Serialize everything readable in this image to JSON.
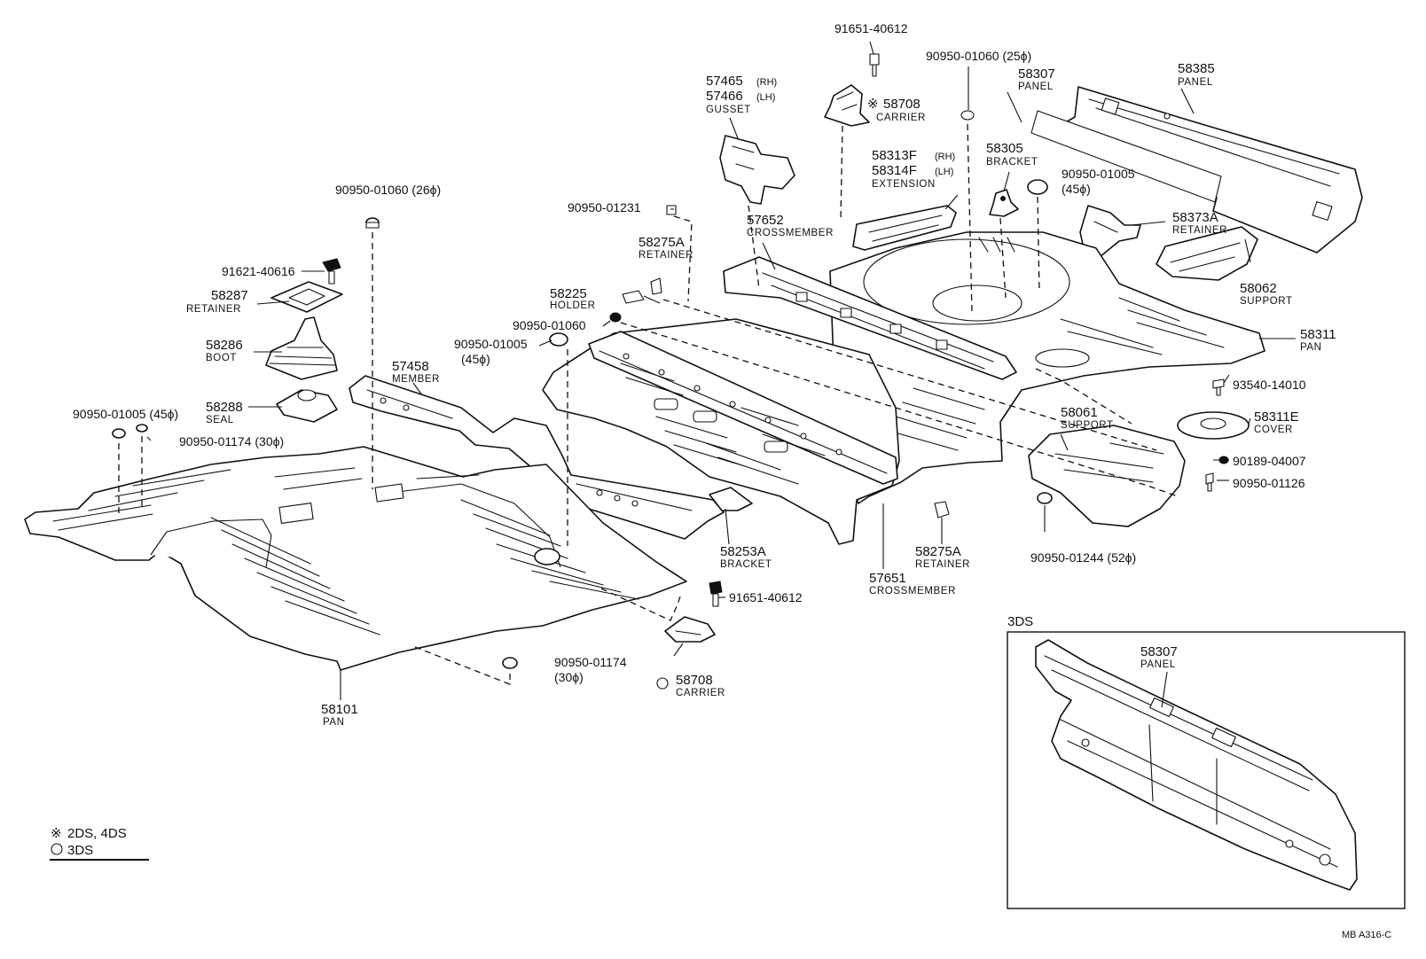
{
  "parts": {
    "p91651_top": "91651-40612",
    "p90950_01060_25": "90950-01060 (25ϕ)",
    "p57465": "57465",
    "p57465_side": "(RH)",
    "p57466": "57466",
    "p57466_side": "(LH)",
    "gusset": "GUSSET",
    "p58708_top": "58708",
    "carrier_top": "CARRIER",
    "p58307": "58307",
    "panel_a": "PANEL",
    "p58385": "58385",
    "panel_b": "PANEL",
    "p58313F": "58313F",
    "p58313F_side": "(RH)",
    "p58314F": "58314F",
    "p58314F_side": "(LH)",
    "extension": "EXTENSION",
    "p58305": "58305",
    "bracket_top": "BRACKET",
    "p90950_01005_top": "90950-01005",
    "p45_top": "(45ϕ)",
    "p90950_01060_26": "90950-01060 (26ϕ)",
    "p90950_01231": "90950-01231",
    "p57652": "57652",
    "crossmember_top": "CROSSMEMBER",
    "p58373A": "58373A",
    "retainer_right": "RETAINER",
    "p91621": "91621-40616",
    "p58275A_top": "58275A",
    "retainer_top": "RETAINER",
    "p58287": "58287",
    "retainer_left": "RETAINER",
    "p58062": "58062",
    "support_right": "SUPPORT",
    "p58225": "58225",
    "holder": "HOLDER",
    "p90950_01060_mid": "90950-01060",
    "p58286": "58286",
    "boot": "BOOT",
    "p58311": "58311",
    "pan_right": "PAN",
    "p90950_01005_mid": "90950-01005",
    "p45_mid": "(45ϕ)",
    "p57458": "57458",
    "member": "MEMBER",
    "p93540": "93540-14010",
    "p58288": "58288",
    "seal": "SEAL",
    "p90950_01005_left": "90950-01005 (45ϕ)",
    "p58061": "58061",
    "support_mid": "SUPPORT",
    "p58311E": "58311E",
    "cover": "COVER",
    "p90950_01174_top": "90950-01174 (30ϕ)",
    "p90189": "90189-04007",
    "p90950_01126": "90950-01126",
    "p58253A": "58253A",
    "bracket_mid": "BRACKET",
    "p58275A_bot": "58275A",
    "retainer_bot": "RETAINER",
    "p90950_01244": "90950-01244 (52ϕ)",
    "p57651": "57651",
    "crossmember_bot": "CROSSMEMBER",
    "p91651_bot": "91651-40612",
    "p90950_01174_bot": "90950-01174",
    "p30_bot": "(30ϕ)",
    "p58708_bot": "58708",
    "carrier_bot": "CARRIER",
    "p58101": "58101",
    "pan_left": "PAN"
  },
  "inset": {
    "title": "3DS",
    "part": "58307",
    "name": "PANEL"
  },
  "legend": {
    "symbol_a": "※",
    "text_a": "2DS, 4DS",
    "symbol_b": "○",
    "text_b": "3DS"
  },
  "figure_code": "MB  A316-C"
}
